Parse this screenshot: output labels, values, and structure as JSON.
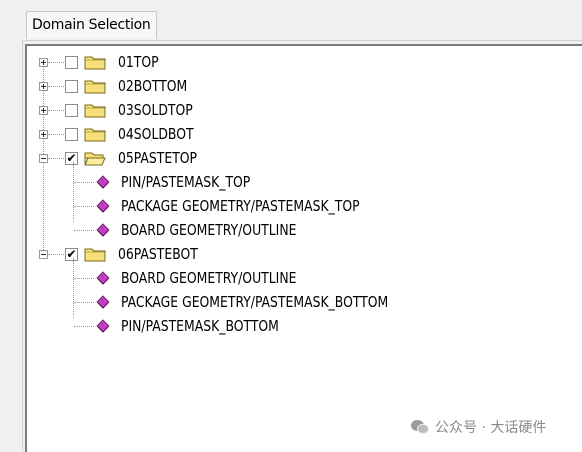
{
  "tab": {
    "label": "Domain Selection"
  },
  "tree": {
    "groups": [
      {
        "label": "01TOP",
        "expanded": false,
        "checked": false
      },
      {
        "label": "02BOTTOM",
        "expanded": false,
        "checked": false
      },
      {
        "label": "03SOLDTOP",
        "expanded": false,
        "checked": false
      },
      {
        "label": "04SOLDBOT",
        "expanded": false,
        "checked": false
      },
      {
        "label": "05PASTETOP",
        "expanded": true,
        "checked": true,
        "children": [
          "PIN/PASTEMASK_TOP",
          "PACKAGE GEOMETRY/PASTEMASK_TOP",
          "BOARD GEOMETRY/OUTLINE"
        ]
      },
      {
        "label": "06PASTEBOT",
        "expanded": true,
        "checked": true,
        "children": [
          "BOARD GEOMETRY/OUTLINE",
          "PACKAGE GEOMETRY/PASTEMASK_BOTTOM",
          "PIN/PASTEMASK_BOTTOM"
        ]
      }
    ],
    "check_mark": "✔"
  },
  "watermark": {
    "text": "公众号 · 大话硬件"
  },
  "colors": {
    "folder": "#f6e27a",
    "folder_border": "#7a6a1a",
    "layer_icon": "#c23fc2",
    "background": "#f0f0f0",
    "tree_bg": "#ffffff"
  },
  "icons": {
    "expand": "plus-box-icon",
    "collapse": "minus-box-icon",
    "folder_closed": "folder-icon",
    "folder_open": "folder-open-icon",
    "layer": "layer-diamond-icon"
  }
}
